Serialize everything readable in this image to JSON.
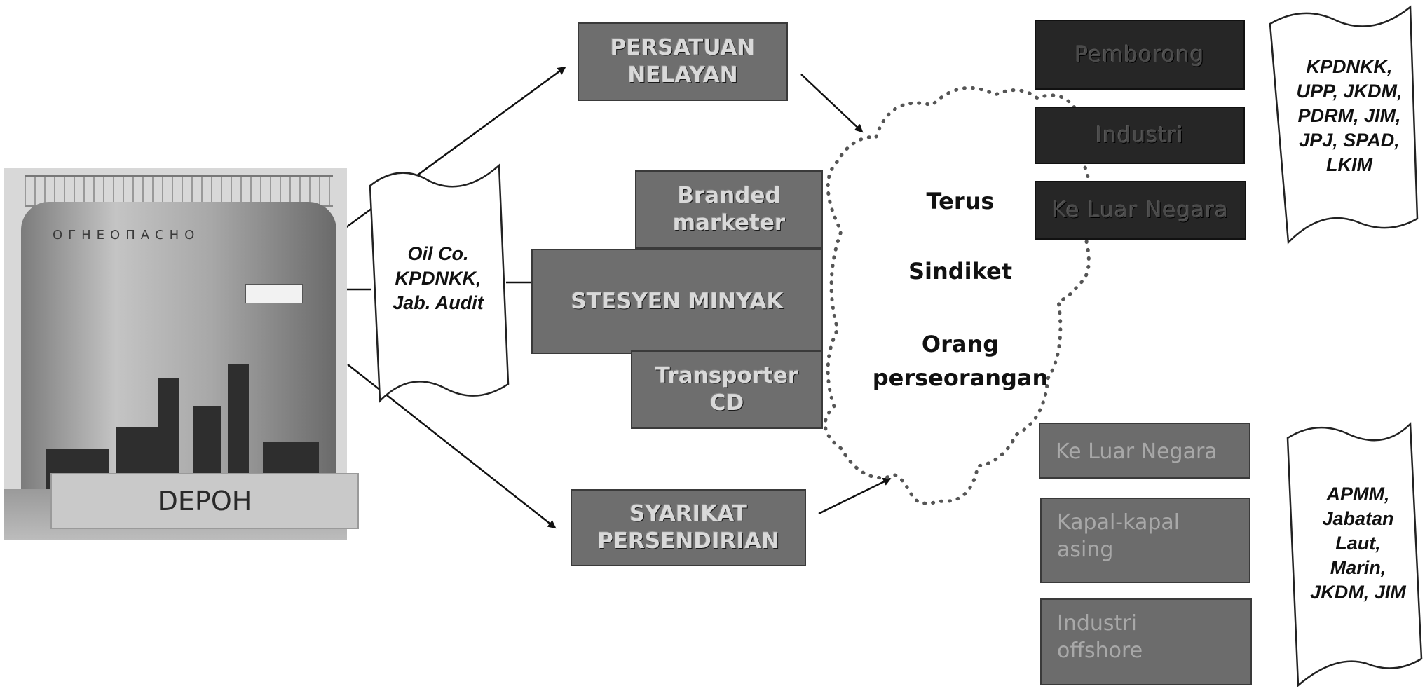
{
  "depot": {
    "label": "DEPOH",
    "tank_text": "ОГНЕОПАСНО"
  },
  "audit_scroll": {
    "text": "Oil Co.\nKPDNKK,\nJab. Audit"
  },
  "persatuan": {
    "text": "PERSATUAN\nNELAYAN"
  },
  "branded": {
    "text": "Branded\nmarketer"
  },
  "stesyen": {
    "text": "STESYEN MINYAK"
  },
  "transporter": {
    "text": "Transporter\nCD"
  },
  "syarikat": {
    "text": "SYARIKAT\nPERSENDIRIAN"
  },
  "cloud": {
    "line1": "Terus",
    "line2": "Sindiket",
    "line3": "Orang",
    "line4": "perseorangan"
  },
  "top_targets": [
    "Pemborong",
    "Industri",
    "Ke Luar Negara"
  ],
  "bottom_targets": [
    "Ke Luar Negara",
    "Kapal-kapal\nasing",
    "Industri\noffshore"
  ],
  "top_scroll": {
    "text": "KPDNKK,\nUPP, JKDM,\nPDRM, JIM,\nJPJ, SPAD,\nLKIM"
  },
  "bottom_scroll": {
    "text": "APMM,\nJabatan\nLaut,\nMarin,\nJKDM, JIM"
  }
}
